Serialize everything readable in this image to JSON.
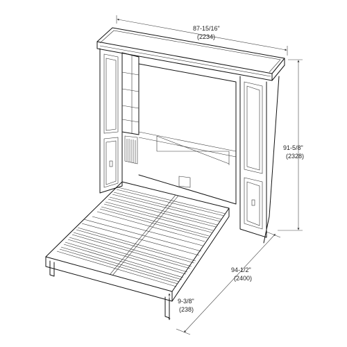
{
  "dimensions": {
    "width": {
      "imperial": "87-15/16\"",
      "metric": "(2234)"
    },
    "height": {
      "imperial": "91-5/8\"",
      "metric": "(2328)"
    },
    "depth": {
      "imperial": "94-1/2\"",
      "metric": "(2400)"
    },
    "leg_height": {
      "imperial": "9-3/8\"",
      "metric": "(238)"
    }
  },
  "colors": {
    "line": "#111111",
    "background": "#ffffff"
  }
}
